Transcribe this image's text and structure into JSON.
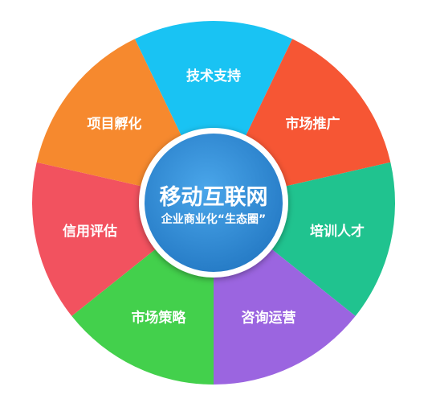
{
  "center": {
    "title": "移动互联网",
    "subtitle": "企业商业化“生态圈”",
    "color": "#2f8fd6"
  },
  "segments": [
    {
      "label": "技术支持",
      "color": "#19c3f3"
    },
    {
      "label": "市场推广",
      "color": "#f65634"
    },
    {
      "label": "培训人才",
      "color": "#20c38f"
    },
    {
      "label": "咨询运营",
      "color": "#9b65e0"
    },
    {
      "label": "市场策略",
      "color": "#43d04c"
    },
    {
      "label": "信用评估",
      "color": "#f2525f"
    },
    {
      "label": "项目孵化",
      "color": "#f6892e"
    }
  ]
}
